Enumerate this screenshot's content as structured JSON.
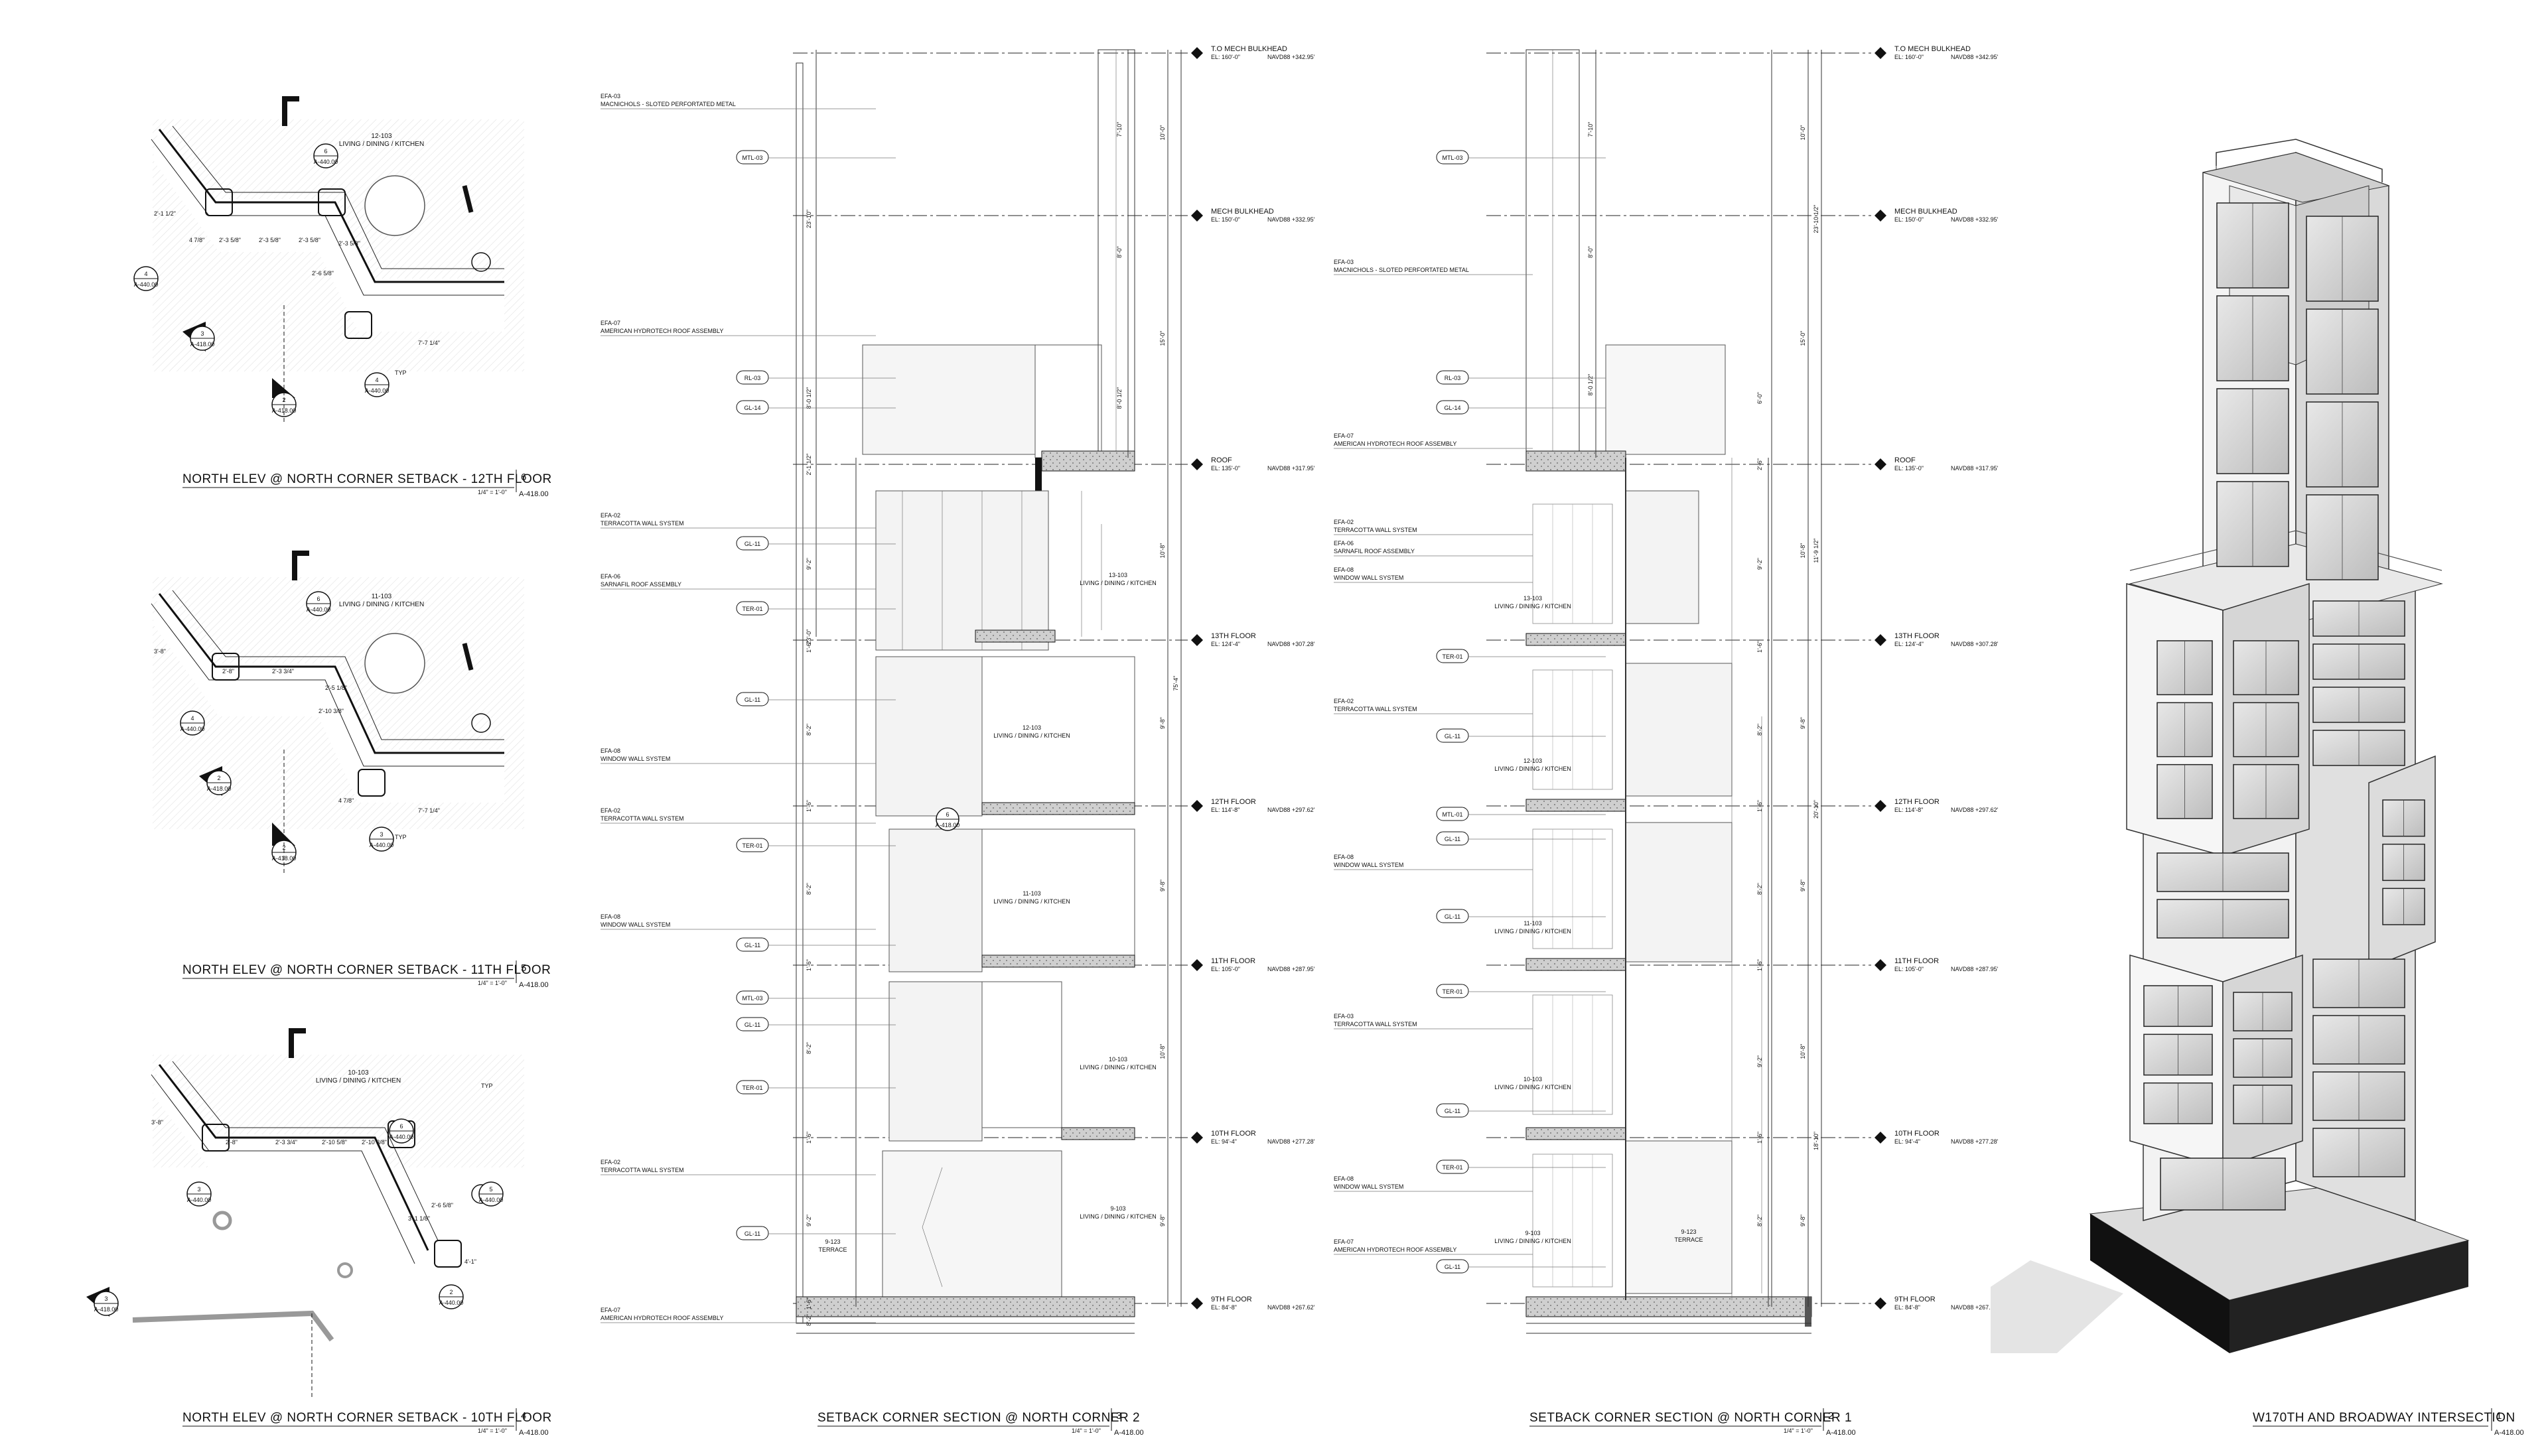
{
  "drawings": {
    "d6": {
      "title": "NORTH ELEV @ NORTH CORNER SETBACK - 12TH FLOOR",
      "num": "6",
      "scale": "1/4\" = 1'-0\"",
      "sheet": "A-418.00",
      "room": "12-103",
      "room_name": "LIVING / DINING / KITCHEN",
      "dims": [
        "2'-1 1/2\"",
        "4 7/8\"",
        "2'-3 5/8\"",
        "2'-3 5/8\"",
        "2'-3 5/8\"",
        "7'-7 1/4\"",
        "2'-6 5/8\"",
        "2'-3 5/8\""
      ],
      "tags": [
        {
          "n": "6",
          "s": "A-440.00"
        },
        {
          "n": "4",
          "s": "A-440.00"
        },
        {
          "n": "2",
          "s": "A-418.00"
        },
        {
          "n": "3",
          "s": "A-418.00"
        },
        {
          "n": "4",
          "s": "A-440.00"
        }
      ],
      "typ": "TYP"
    },
    "d5": {
      "title": "NORTH ELEV @ NORTH CORNER SETBACK - 11TH FLOOR",
      "num": "5",
      "scale": "1/4\" = 1'-0\"",
      "sheet": "A-418.00",
      "room": "11-103",
      "room_name": "LIVING / DINING / KITCHEN",
      "dims": [
        "3'-8\"",
        "2'-8\"",
        "2'-3 3/4\"",
        "2'-5 1/8\"",
        "2'-10 3/8\"",
        "7'-7 1/4\"",
        "4 7/8\""
      ],
      "tags": [
        {
          "n": "6",
          "s": "A-440.00"
        },
        {
          "n": "4",
          "s": "A-440.00"
        },
        {
          "n": "2",
          "s": "A-418.00"
        },
        {
          "n": "3",
          "s": "A-440.00"
        },
        {
          "n": "2",
          "s": "A-418.00"
        }
      ],
      "typ": "TYP"
    },
    "d4": {
      "title": "NORTH ELEV @ NORTH CORNER SETBACK - 10TH FLOOR",
      "num": "4",
      "scale": "1/4\" = 1'-0\"",
      "sheet": "A-418.00",
      "room": "10-103",
      "room_name": "LIVING / DINING / KITCHEN",
      "dims": [
        "3'-8\"",
        "2'-8\"",
        "2'-3 3/4\"",
        "2'-10 5/8\"",
        "2'-10 3/8\"",
        "4'-1\"",
        "3'-1 1/8\"",
        "2'-6 5/8\""
      ],
      "tags": [
        {
          "n": "6",
          "s": "A-440.00"
        },
        {
          "n": "3",
          "s": "A-440.00"
        },
        {
          "n": "5",
          "s": "A-440.00"
        },
        {
          "n": "2",
          "s": "A-440.00"
        },
        {
          "n": "3",
          "s": "A-418.00"
        }
      ],
      "typ": "TYP"
    },
    "d3": {
      "title": "SETBACK CORNER SECTION @ NORTH CORNER 2",
      "num": "3",
      "scale": "1/4\" = 1'-0\"",
      "sheet": "A-418.00"
    },
    "d2": {
      "title": "SETBACK CORNER SECTION @ NORTH CORNER 1",
      "num": "2",
      "scale": "1/4\" = 1'-0\"",
      "sheet": "A-418.00"
    },
    "d1": {
      "title": "W170TH AND BROADWAY INTERSECTION",
      "num": "1",
      "sheet": "A-418.00"
    }
  },
  "levels": [
    {
      "name": "T.O MECH BULKHEAD",
      "el": "EL: 160'-0\"",
      "navd": "NAVD88 +342.95'"
    },
    {
      "name": "MECH BULKHEAD",
      "el": "EL: 150'-0\"",
      "navd": "NAVD88 +332.95'"
    },
    {
      "name": "ROOF",
      "el": "EL: 135'-0\"",
      "navd": "NAVD88 +317.95'"
    },
    {
      "name": "13TH FLOOR",
      "el": "EL: 124'-4\"",
      "navd": "NAVD88 +307.28'"
    },
    {
      "name": "12TH FLOOR",
      "el": "EL: 114'-8\"",
      "navd": "NAVD88 +297.62'"
    },
    {
      "name": "11TH FLOOR",
      "el": "EL: 105'-0\"",
      "navd": "NAVD88 +287.95'"
    },
    {
      "name": "10TH FLOOR",
      "el": "EL: 94'-4\"",
      "navd": "NAVD88 +277.28'"
    },
    {
      "name": "9TH FLOOR",
      "el": "EL: 84'-8\"",
      "navd": "NAVD88 +267.62'"
    }
  ],
  "sec3": {
    "notes": [
      {
        "code": "EFA-03",
        "text": "MACNICHOLS - SLOTED PERFORTATED METAL"
      },
      {
        "code": "EFA-07",
        "text": "AMERICAN HYDROTECH ROOF ASSEMBLY"
      },
      {
        "code": "EFA-02",
        "text": "TERRACOTTA WALL SYSTEM"
      },
      {
        "code": "EFA-06",
        "text": "SARNAFIL ROOF ASSEMBLY"
      },
      {
        "code": "EFA-08",
        "text": "WINDOW WALL SYSTEM"
      },
      {
        "code": "EFA-02",
        "text": "TERRACOTTA WALL SYSTEM"
      },
      {
        "code": "EFA-08",
        "text": "WINDOW WALL SYSTEM"
      },
      {
        "code": "EFA-02",
        "text": "TERRACOTTA WALL SYSTEM"
      },
      {
        "code": "EFA-07",
        "text": "AMERICAN HYDROTECH ROOF ASSEMBLY"
      }
    ],
    "tags": [
      "MTL-03",
      "RL-03",
      "GL-14",
      "GL-11",
      "TER-01",
      "GL-11",
      "TER-01",
      "GL-11",
      "MTL-03",
      "GL-11",
      "TER-01",
      "GL-11"
    ],
    "rooms": [
      {
        "num": "13-103",
        "name": "LIVING / DINING / KITCHEN"
      },
      {
        "num": "12-103",
        "name": "LIVING / DINING / KITCHEN"
      },
      {
        "num": "11-103",
        "name": "LIVING / DINING / KITCHEN"
      },
      {
        "num": "10-103",
        "name": "LIVING / DINING / KITCHEN"
      },
      {
        "num": "9-103",
        "name": "LIVING / DINING / KITCHEN"
      },
      {
        "num": "9-123",
        "name": "TERRACE"
      }
    ],
    "dims_inner": [
      "7'-10\"",
      "8'-0\"",
      "8'-0 1/2\"",
      "8'-0 1/2\"",
      "2'-1 1/2\"",
      "9'-2\"",
      "1'-6\"",
      "8'-2\"",
      "1'-6\"",
      "8'-2\"",
      "1'-6\"",
      "8'-2\"",
      "1'-6\"",
      "9'-2\"",
      "1'-6\"",
      "8'-2\""
    ],
    "dims_mid": [
      "23'-10\"",
      "23'-0\""
    ],
    "dims_outer": [
      "10'-0\"",
      "15'-0\"",
      "10'-8\"",
      "9'-8\"",
      "9'-8\"",
      "10'-8\"",
      "9'-8\""
    ],
    "dims_overall": "75'-4\""
  },
  "sec2": {
    "notes": [
      {
        "code": "EFA-03",
        "text": "MACNICHOLS - SLOTED PERFORTATED METAL"
      },
      {
        "code": "EFA-07",
        "text": "AMERICAN HYDROTECH ROOF ASSEMBLY"
      },
      {
        "code": "EFA-02",
        "text": "TERRACOTTA WALL SYSTEM"
      },
      {
        "code": "EFA-06",
        "text": "SARNAFIL ROOF ASSEMBLY"
      },
      {
        "code": "EFA-08",
        "text": "WINDOW WALL SYSTEM"
      },
      {
        "code": "EFA-02",
        "text": "TERRACOTTA WALL SYSTEM"
      },
      {
        "code": "EFA-08",
        "text": "WINDOW WALL SYSTEM"
      },
      {
        "code": "EFA-03",
        "text": "TERRACOTTA WALL SYSTEM"
      },
      {
        "code": "EFA-08",
        "text": "WINDOW WALL SYSTEM"
      },
      {
        "code": "EFA-07",
        "text": "AMERICAN HYDROTECH ROOF ASSEMBLY"
      }
    ],
    "tags": [
      "MTL-03",
      "RL-03",
      "GL-14",
      "TER-01",
      "GL-11",
      "MTL-01",
      "GL-11",
      "GL-11",
      "TER-01",
      "GL-11",
      "TER-01",
      "GL-11"
    ],
    "rooms": [
      {
        "num": "13-103",
        "name": "LIVING / DINING / KITCHEN"
      },
      {
        "num": "12-103",
        "name": "LIVING / DINING / KITCHEN"
      },
      {
        "num": "11-103",
        "name": "LIVING / DINING / KITCHEN"
      },
      {
        "num": "10-103",
        "name": "LIVING / DINING / KITCHEN"
      },
      {
        "num": "9-103",
        "name": "LIVING / DINING / KITCHEN"
      },
      {
        "num": "9-123",
        "name": "TERRACE"
      }
    ],
    "dims_inner": [
      "7'-10\"",
      "8'-0\"",
      "8'-0 1/2\"",
      "6'-0\"",
      "2'-6\"",
      "9'-2\"",
      "1'-6\"",
      "8'-2\"",
      "1'-6\"",
      "8'-2\"",
      "1'-6\"",
      "9'-2\"",
      "1'-6\"",
      "8'-2\""
    ],
    "dims_mid": [
      "23'-10 1/2\"",
      "11'-9 1/2\"",
      "20'-10\"",
      "18'-10\""
    ],
    "dims_outer": [
      "10'-0\"",
      "15'-0\"",
      "10'-8\"",
      "9'-8\"",
      "9'-8\"",
      "10'-8\"",
      "9'-8\""
    ]
  }
}
